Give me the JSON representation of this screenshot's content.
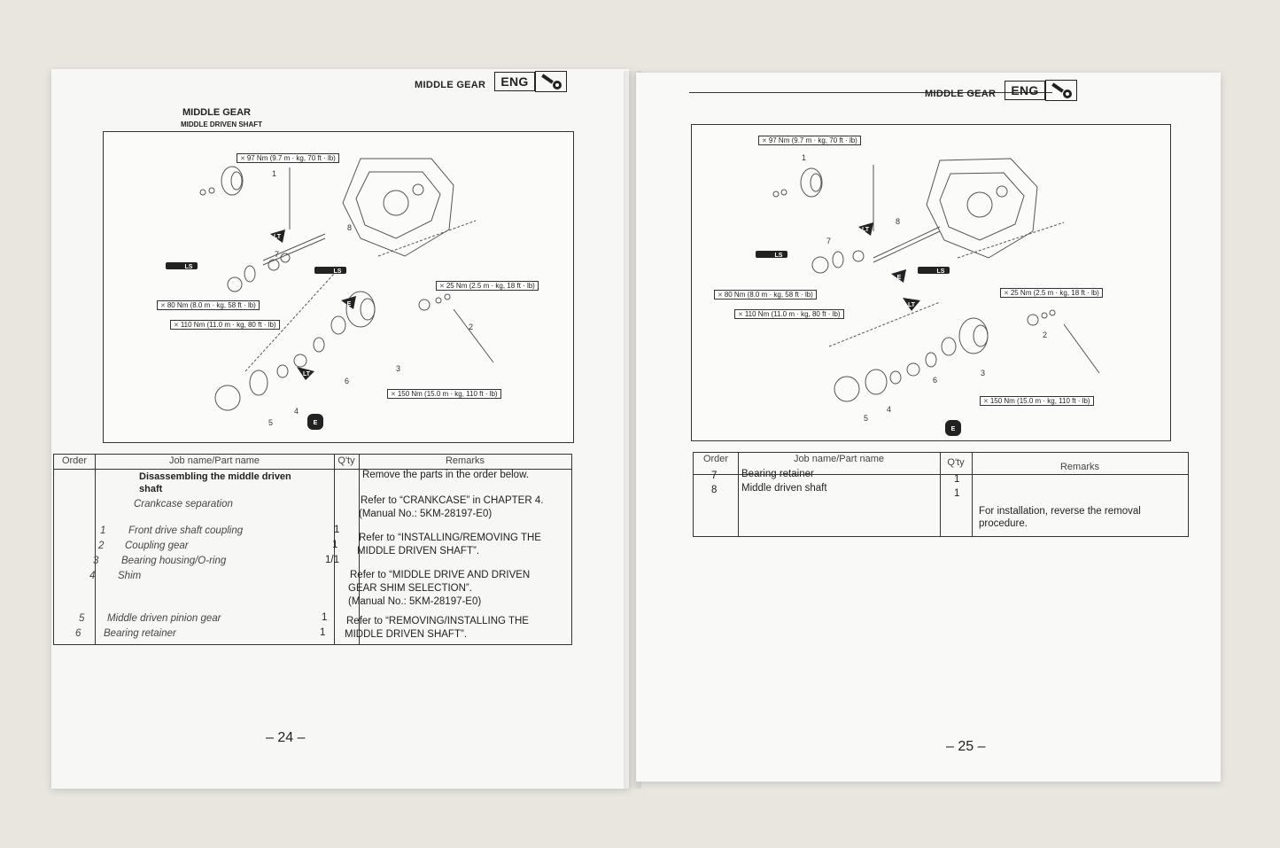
{
  "header": {
    "title": "MIDDLE GEAR",
    "badge": "ENG",
    "icon": "engine-wrench-icon"
  },
  "left_page": {
    "section_title": "MIDDLE GEAR",
    "subsection_title": "MIDDLE DRIVEN SHAFT",
    "torques": [
      "97 Nm (9.7 m · kg, 70 ft · lb)",
      "80 Nm (8.0 m · kg, 58 ft · lb)",
      "110 Nm (11.0 m · kg, 80 ft · lb)",
      "25 Nm (2.5 m · kg, 18 ft · lb)",
      "150 Nm (15.0 m · kg, 110 ft · lb)"
    ],
    "table": {
      "headers": {
        "order": "Order",
        "job": "Job name/Part name",
        "qty": "Q'ty",
        "remarks": "Remarks"
      },
      "title_lines": [
        "Disassembling the middle driven",
        "shaft"
      ],
      "subtitle": "Crankcase separation",
      "rows": [
        {
          "order": "1",
          "name": "Front drive shaft coupling",
          "qty": "1"
        },
        {
          "order": "2",
          "name": "Coupling gear",
          "qty": "1"
        },
        {
          "order": "3",
          "name": "Bearing housing/O-ring",
          "qty": "1/1"
        },
        {
          "order": "4",
          "name": "Shim",
          "qty": ""
        },
        {
          "order": "5",
          "name": "Middle driven pinion gear",
          "qty": "1"
        },
        {
          "order": "6",
          "name": "Bearing retainer",
          "qty": "1"
        }
      ],
      "remarks": [
        "Remove the parts in the order below.",
        "Refer to “CRANKCASE” in CHAPTER 4.",
        "(Manual No.: 5KM-28197-E0)",
        "Refer to “INSTALLING/REMOVING THE",
        "MIDDLE DRIVEN SHAFT”.",
        "Refer to “MIDDLE DRIVE AND DRIVEN",
        "GEAR SHIM SELECTION”.",
        "(Manual No.: 5KM-28197-E0)",
        "Refer to “REMOVING/INSTALLING THE",
        "MIDDLE DRIVEN SHAFT”."
      ]
    },
    "page_number": "– 24 –"
  },
  "right_page": {
    "torques": [
      "97 Nm (9.7 m · kg, 70 ft · lb)",
      "80 Nm (8.0 m · kg, 58 ft · lb)",
      "110 Nm (11.0 m · kg, 80 ft · lb)",
      "25 Nm (2.5 m · kg, 18 ft · lb)",
      "150 Nm (15.0 m · kg, 110 ft · lb)"
    ],
    "table": {
      "headers": {
        "order": "Order",
        "job": "Job name/Part name",
        "qty": "Q'ty",
        "remarks": "Remarks"
      },
      "rows": [
        {
          "order": "7",
          "name": "Bearing retainer",
          "qty": "1"
        },
        {
          "order": "8",
          "name": "Middle driven shaft",
          "qty": "1"
        }
      ],
      "remarks": [
        "For installation, reverse the removal",
        "procedure."
      ]
    },
    "page_number": "– 25 –"
  },
  "part_numbers": [
    "1",
    "2",
    "3",
    "4",
    "5",
    "6",
    "7",
    "8"
  ],
  "symbols": {
    "ls": "LS",
    "e": "E",
    "lt": "LT"
  }
}
